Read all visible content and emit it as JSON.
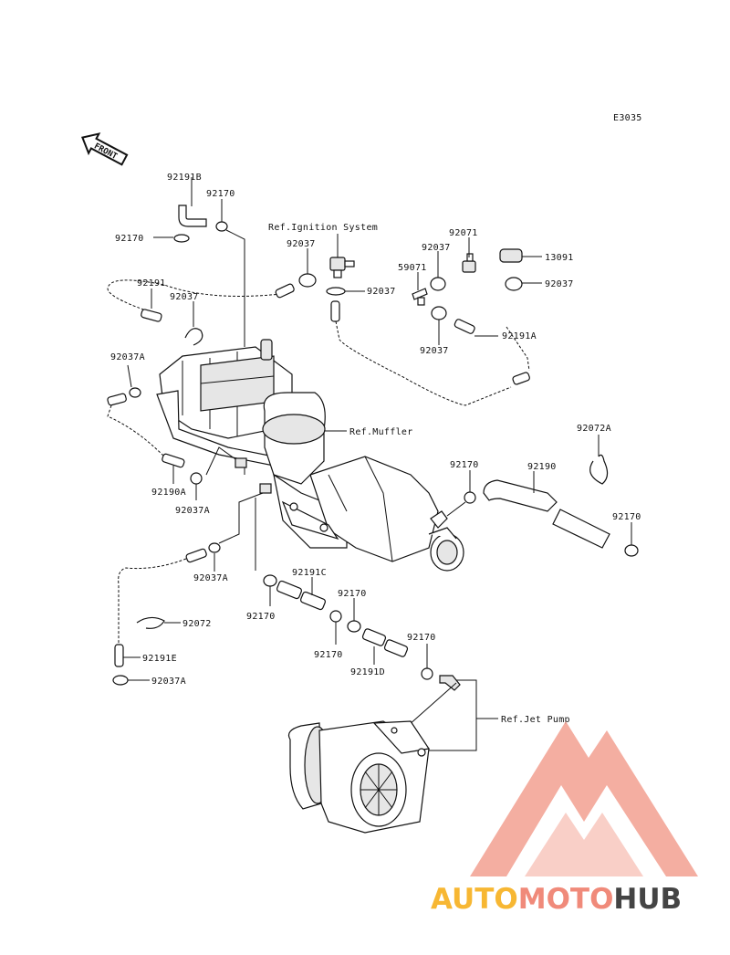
{
  "diagram_code": "E3035",
  "front_label": "FRONT",
  "refs": {
    "ignition": "Ref.Ignition System",
    "muffler": "Ref.Muffler",
    "jet_pump": "Ref.Jet Pump"
  },
  "labels": {
    "p_92191B": "92191B",
    "p_92170_a": "92170",
    "p_92170_b": "92170",
    "p_92037_a": "92037",
    "p_92037_b": "92037",
    "p_92071": "92071",
    "p_92037_c": "92037",
    "p_13091": "13091",
    "p_59071": "59071",
    "p_92037_d": "92037",
    "p_92191": "92191",
    "p_92037_e": "92037",
    "p_92037_f": "92037",
    "p_92191A": "92191A",
    "p_92037A_a": "92037A",
    "p_92072A": "92072A",
    "p_92170_c": "92170",
    "p_92190": "92190",
    "p_92190A": "92190A",
    "p_92037A_b": "92037A",
    "p_92170_d": "92170",
    "p_92037A_c": "92037A",
    "p_92191C": "92191C",
    "p_92170_e": "92170",
    "p_92170_f": "92170",
    "p_92072": "92072",
    "p_92170_g": "92170",
    "p_92170_h": "92170",
    "p_92191D": "92191D",
    "p_92191E": "92191E",
    "p_92037A_d": "92037A"
  },
  "watermark": {
    "part1": "AUTO",
    "part2": "MOTO",
    "part3": "HUB",
    "color1": "#f7b733",
    "color2": "#f08a7a",
    "color3": "#444444",
    "triangle_color": "#f08a7a"
  }
}
